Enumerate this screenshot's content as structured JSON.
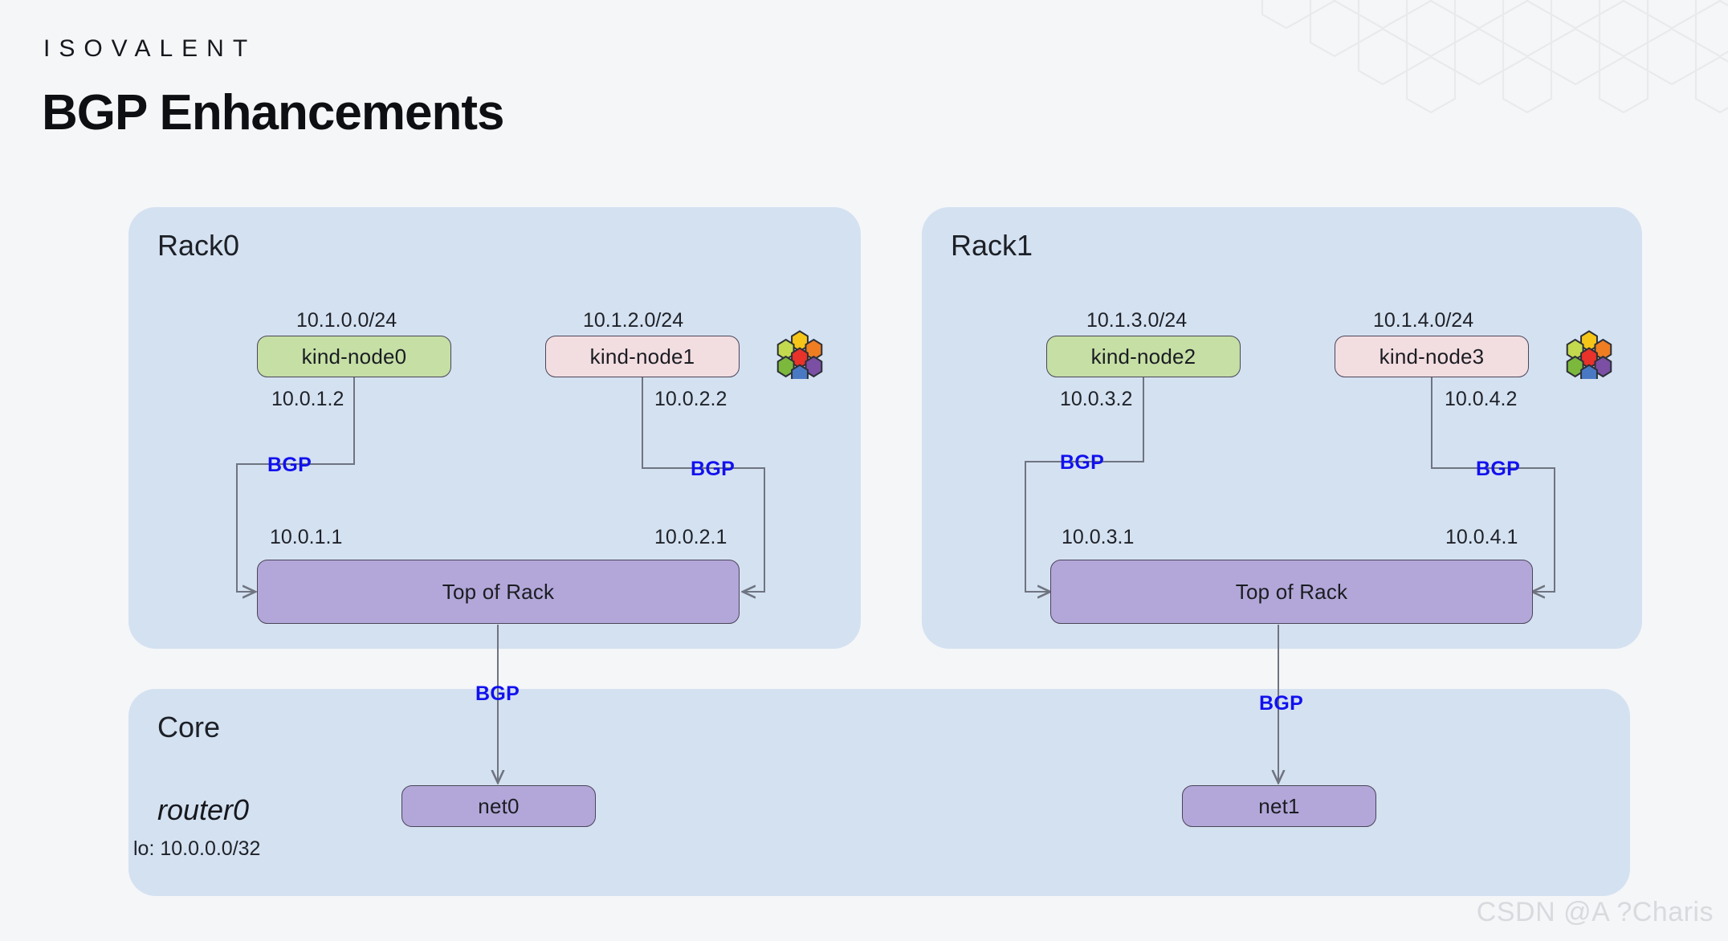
{
  "header": {
    "brand": "ISOVALENT",
    "title": "BGP Enhancements"
  },
  "watermark": "CSDN @A ?Charis",
  "panels": {
    "rack0": {
      "label": "Rack0"
    },
    "rack1": {
      "label": "Rack1"
    },
    "core": {
      "label": "Core",
      "router_name": "router0",
      "router_lo": "lo: 10.0.0.0/32"
    }
  },
  "nodes": {
    "node0": {
      "name": "kind-node0",
      "pod_cidr": "10.1.0.0/24",
      "ip": "10.0.1.2",
      "color": "#c5dfa5"
    },
    "node1": {
      "name": "kind-node1",
      "pod_cidr": "10.1.2.0/24",
      "ip": "10.0.2.2",
      "color": "#f2dde1"
    },
    "node2": {
      "name": "kind-node2",
      "pod_cidr": "10.1.3.0/24",
      "ip": "10.0.3.2",
      "color": "#c5dfa5"
    },
    "node3": {
      "name": "kind-node3",
      "pod_cidr": "10.1.4.0/24",
      "ip": "10.0.4.2",
      "color": "#f2dde1"
    }
  },
  "tors": {
    "tor0": {
      "name": "Top of Rack",
      "left_ip": "10.0.1.1",
      "right_ip": "10.0.2.1"
    },
    "tor1": {
      "name": "Top of Rack",
      "left_ip": "10.0.3.1",
      "right_ip": "10.0.4.1"
    }
  },
  "core_nets": {
    "net0": {
      "name": "net0"
    },
    "net1": {
      "name": "net1"
    }
  },
  "bgp_labels": {
    "rack0_left": "BGP",
    "rack0_right": "BGP",
    "rack1_left": "BGP",
    "rack1_right": "BGP",
    "core_left": "BGP",
    "core_right": "BGP"
  },
  "colors": {
    "panel_bg": "#d4e1f1",
    "node_green": "#c5dfa5",
    "node_pink": "#f2dde1",
    "node_purple": "#b3a7d9",
    "bgp_blue": "#1111ee",
    "wire": "#6f7480",
    "page_bg": "#f5f6f8"
  },
  "cilium_logo": {
    "name": "cilium-hexagon-logo",
    "hex_colors": [
      "#f5c518",
      "#c3d94e",
      "#ef7d22",
      "#e8322a",
      "#7cb83c",
      "#7b4fa3",
      "#4a79c4"
    ]
  }
}
